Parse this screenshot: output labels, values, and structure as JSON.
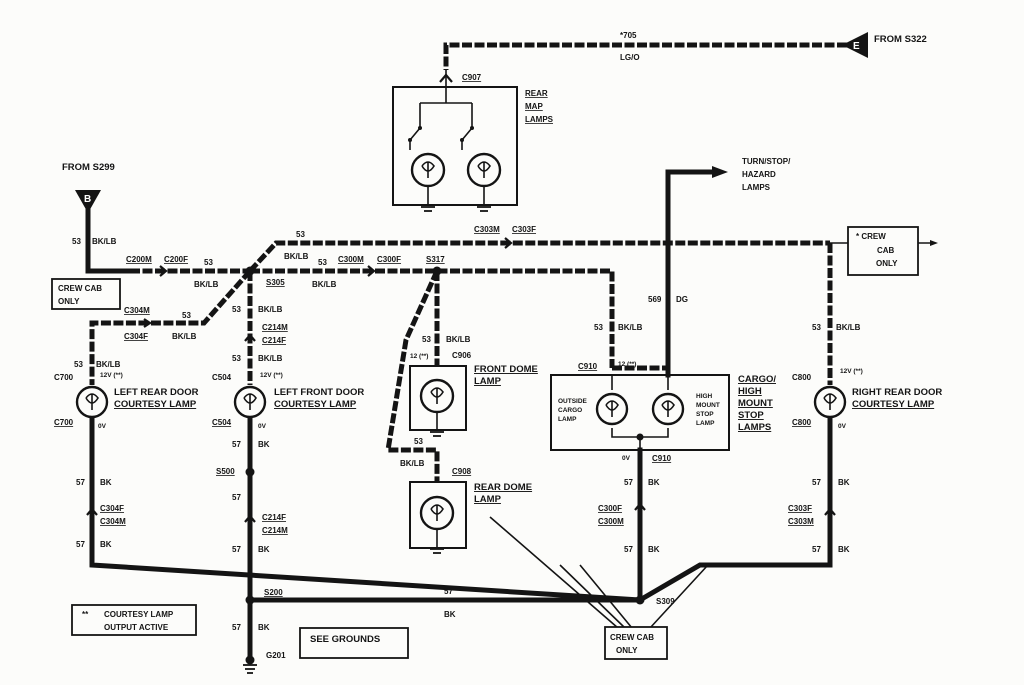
{
  "connectors": {
    "e": "E",
    "b": "B",
    "from_s322": "FROM S322",
    "from_s299": "FROM S299",
    "c907": "C907",
    "c200m": "C200M",
    "c200f": "C200F",
    "c303m": "C303M",
    "c303f": "C303F",
    "c300m": "C300M",
    "c300f": "C300F",
    "c304m_top": "C304M",
    "c304f_top": "C304F",
    "c214m_top": "C214M",
    "c214f_top": "C214F",
    "c700_top": "C700",
    "c700_bot": "C700",
    "c504_top": "C504",
    "c504_bot": "C504",
    "c906": "C906",
    "c908": "C908",
    "c910_top": "C910",
    "c910_bot": "C910",
    "c800_top": "C800",
    "c800_bot": "C800",
    "c304f_bot": "C304F",
    "c304m_bot": "C304M",
    "c214f_bot": "C214F",
    "c214m_bot": "C214M",
    "c300f_bot": "C300F",
    "c300m_bot": "C300M",
    "c303f_bot": "C303F",
    "c303m_bot": "C303M"
  },
  "splices": {
    "s305": "S305",
    "s317": "S317",
    "s500": "S500",
    "s200": "S200",
    "s309": "S309",
    "g201": "G201"
  },
  "wires": {
    "top_num": "*705",
    "top_color": "LG/O",
    "w53": "53",
    "bklb": "BK/LB",
    "bk": "BK",
    "w57": "57",
    "w569": "569",
    "dg": "DG",
    "v12": "12V (**)",
    "v12b": "12 (**)",
    "v0": "0V"
  },
  "components": {
    "rear_map": [
      "REAR",
      "MAP",
      "LAMPS"
    ],
    "turn_stop": [
      "TURN/STOP/",
      "HAZARD",
      "LAMPS"
    ],
    "crew_cab_right": [
      "*  CREW",
      "CAB",
      "ONLY"
    ],
    "crew_cab_left": [
      "CREW CAB",
      "ONLY"
    ],
    "crew_cab_bottom": [
      "CREW CAB",
      "ONLY"
    ],
    "left_rear": [
      "LEFT REAR DOOR",
      "COURTESY LAMP"
    ],
    "left_front": [
      "LEFT FRONT DOOR",
      "COURTESY LAMP"
    ],
    "front_dome": [
      "FRONT DOME",
      "LAMP"
    ],
    "rear_dome": [
      "REAR DOME",
      "LAMP"
    ],
    "cargo": [
      "CARGO/",
      "HIGH",
      "MOUNT",
      "STOP",
      "LAMPS"
    ],
    "outside_cargo": [
      "OUTSIDE",
      "CARGO",
      "LAMP"
    ],
    "high_mount": [
      "HIGH",
      "MOUNT",
      "STOP",
      "LAMP"
    ],
    "right_rear": [
      "RIGHT REAR DOOR",
      "COURTESY LAMP"
    ]
  },
  "notes": {
    "legend_mark": "**",
    "legend": [
      "COURTESY LAMP",
      "OUTPUT ACTIVE"
    ],
    "see_grounds": "SEE GROUNDS"
  }
}
